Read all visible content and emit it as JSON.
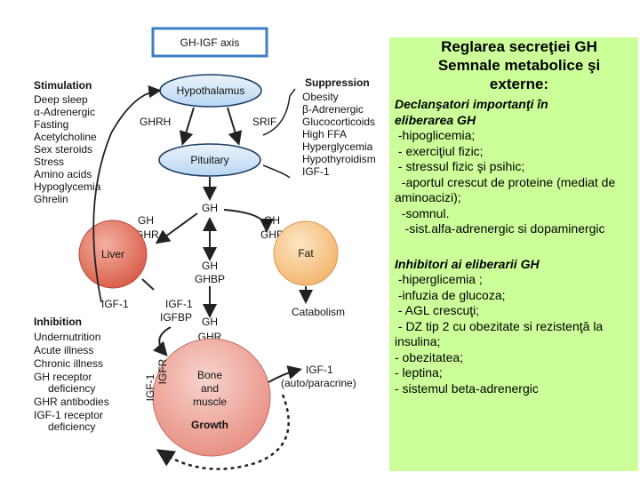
{
  "diagram": {
    "title": "GH-IGF axis",
    "stimulation_title": "Stimulation",
    "stimulation_items": [
      "Deep sleep",
      "α-Adrenergic",
      "Fasting",
      "Acetylcholine",
      "Sex steroids",
      "Stress",
      "Amino acids",
      "Hypoglycemia",
      "Ghrelin"
    ],
    "suppression_title": "Suppression",
    "suppression_items": [
      "Obesity",
      "β-Adrenergic",
      "Glucocorticoids",
      "High FFA",
      "Hyperglycemia",
      "Hypothyroidism",
      "IGF-1"
    ],
    "inhibition_title": "Inhibition",
    "inhibition_items": [
      "Undernutrition",
      "Acute illness",
      "Chronic illness",
      "GH receptor",
      "deficiency",
      "GHR antibodies",
      "IGF-1 receptor",
      "deficiency"
    ],
    "hypothalamus": "Hypothalamus",
    "pituitary": "Pituitary",
    "ghrh": "GHRH",
    "srif": "SRIF",
    "gh_center": "GH",
    "gh_left": "GH",
    "ghr_left": "GHR",
    "gh_right": "GH",
    "ghr_right": "GHR",
    "liver": "Liver",
    "fat": "Fat",
    "gh_mid": "GH",
    "ghbp": "GHBP",
    "igf1_left": "IGF-1",
    "igfbp": "IGFBP",
    "catabolism": "Catabolism",
    "gh_bone": "GH",
    "ghr_bone": "GHR",
    "igf1_vertical": "IGF-1",
    "igfr_vertical": "IGFR",
    "bone_line1": "Bone",
    "bone_line2": "and",
    "bone_line3": "muscle",
    "growth": "Growth",
    "igf1_auto": "IGF-1",
    "auto_paracrine": "(auto/paracrine)"
  },
  "panel": {
    "title_lines": [
      "Reglarea secreţiei GH",
      "Semnale metabolice şi",
      "externe:"
    ],
    "trigger_heading_lines": [
      "Declanşatori importanţi în",
      "eliberarea GH"
    ],
    "trigger_items": [
      " -hipoglicemia;",
      " - exerciţiul fizic;",
      " - stressul fizic şi psihic;",
      "  -aportul crescut de proteine (mediat de aminoacizi);",
      "  -somnul.",
      "   -sist.alfa-adrenergic si dopaminergic"
    ],
    "inhibitor_heading": "Inhibitori ai eliberarii GH",
    "inhibitor_items": [
      " -hiperglicemia ;",
      " -infuzia de glucoza;",
      " - AGL crescuţi;",
      " - DZ tip 2 cu obezitate si rezistenţă la insulina;",
      "- obezitatea;",
      "- leptina;",
      "- sistemul beta-adrenergic"
    ]
  },
  "colors": {
    "panel_background": "#ccff99",
    "title_box_border": "#3b7fc4",
    "ellipse_fill": "#cfe3f7",
    "liver_fill": "#e07060",
    "fat_fill": "#f6c48a",
    "bone_fill": "#eea8a0"
  }
}
